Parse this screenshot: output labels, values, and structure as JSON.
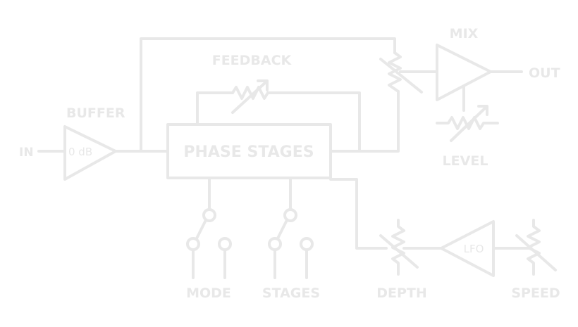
{
  "diagram": {
    "line_color": "#e8e8e8",
    "background": "#ffffff",
    "labels": {
      "input": "IN",
      "output": "OUT",
      "buffer": "BUFFER",
      "buffer_gain": "0 dB",
      "phase_stages": "PHASE STAGES",
      "feedback": "FEEDBACK",
      "mix": "MIX",
      "level": "LEVEL",
      "lfo": "LFO",
      "depth": "DEPTH",
      "speed": "SPEED",
      "mode": "MODE",
      "stages": "STAGES"
    }
  }
}
